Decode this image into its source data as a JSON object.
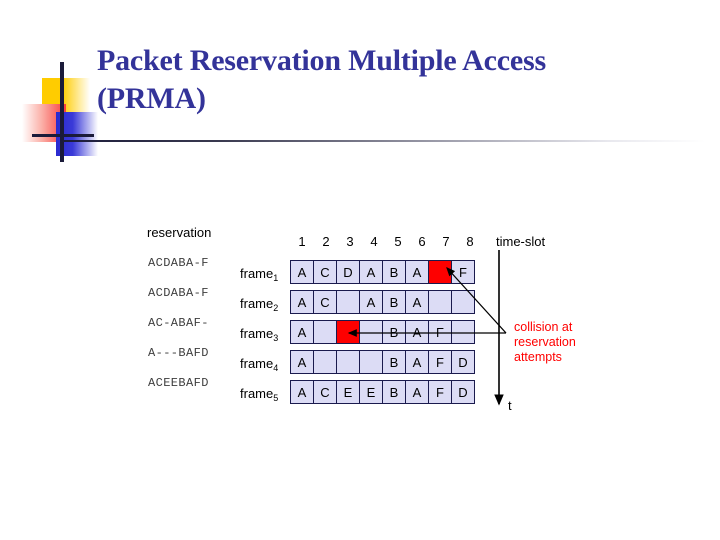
{
  "slide": {
    "title": "Packet Reservation Multiple Access (PRMA)",
    "title_line1": "Packet Reservation Multiple Access",
    "title_line2": "(PRMA)",
    "title_color": "#333399"
  },
  "diagram": {
    "reservation_heading": "reservation",
    "reservation_strings": [
      "ACDABA-F",
      "ACDABA-F",
      "AC-ABAF-",
      "A---BAFD",
      "ACEEBAFD"
    ],
    "frame_labels": [
      {
        "text": "frame",
        "sub": "1"
      },
      {
        "text": "frame",
        "sub": "2"
      },
      {
        "text": "frame",
        "sub": "3"
      },
      {
        "text": "frame",
        "sub": "4"
      },
      {
        "text": "frame",
        "sub": "5"
      }
    ],
    "column_headers": [
      "1",
      "2",
      "3",
      "4",
      "5",
      "6",
      "7",
      "8"
    ],
    "timeslot_label": "time-slot",
    "time_axis_label": "t",
    "collision_note": "collision at reservation attempts",
    "collision_note_lines": [
      "collision at",
      "reservation",
      "attempts"
    ],
    "colors": {
      "cell_fill": "#dcdcf5",
      "cell_border": "#1a1a4d",
      "collision_fill": "#fe0000",
      "note_text": "#ff0000"
    },
    "rows": [
      {
        "name": "frame1",
        "cells": [
          {
            "label": "A",
            "collision": false
          },
          {
            "label": "C",
            "collision": false
          },
          {
            "label": "D",
            "collision": false
          },
          {
            "label": "A",
            "collision": false
          },
          {
            "label": "B",
            "collision": false
          },
          {
            "label": "A",
            "collision": false
          },
          {
            "label": "",
            "collision": true
          },
          {
            "label": "F",
            "collision": false
          }
        ]
      },
      {
        "name": "frame2",
        "cells": [
          {
            "label": "A",
            "collision": false
          },
          {
            "label": "C",
            "collision": false
          },
          {
            "label": "",
            "collision": false
          },
          {
            "label": "A",
            "collision": false
          },
          {
            "label": "B",
            "collision": false
          },
          {
            "label": "A",
            "collision": false
          },
          {
            "label": "",
            "collision": false
          },
          {
            "label": "",
            "collision": false
          }
        ]
      },
      {
        "name": "frame3",
        "cells": [
          {
            "label": "A",
            "collision": false
          },
          {
            "label": "",
            "collision": false
          },
          {
            "label": "",
            "collision": true
          },
          {
            "label": "",
            "collision": false
          },
          {
            "label": "B",
            "collision": false
          },
          {
            "label": "A",
            "collision": false
          },
          {
            "label": "F",
            "collision": false
          },
          {
            "label": "",
            "collision": false
          }
        ]
      },
      {
        "name": "frame4",
        "cells": [
          {
            "label": "A",
            "collision": false
          },
          {
            "label": "",
            "collision": false
          },
          {
            "label": "",
            "collision": false
          },
          {
            "label": "",
            "collision": false
          },
          {
            "label": "B",
            "collision": false
          },
          {
            "label": "A",
            "collision": false
          },
          {
            "label": "F",
            "collision": false
          },
          {
            "label": "D",
            "collision": false
          }
        ]
      },
      {
        "name": "frame5",
        "cells": [
          {
            "label": "A",
            "collision": false
          },
          {
            "label": "C",
            "collision": false
          },
          {
            "label": "E",
            "collision": false
          },
          {
            "label": "E",
            "collision": false
          },
          {
            "label": "B",
            "collision": false
          },
          {
            "label": "A",
            "collision": false
          },
          {
            "label": "F",
            "collision": false
          },
          {
            "label": "D",
            "collision": false
          }
        ]
      }
    ]
  }
}
